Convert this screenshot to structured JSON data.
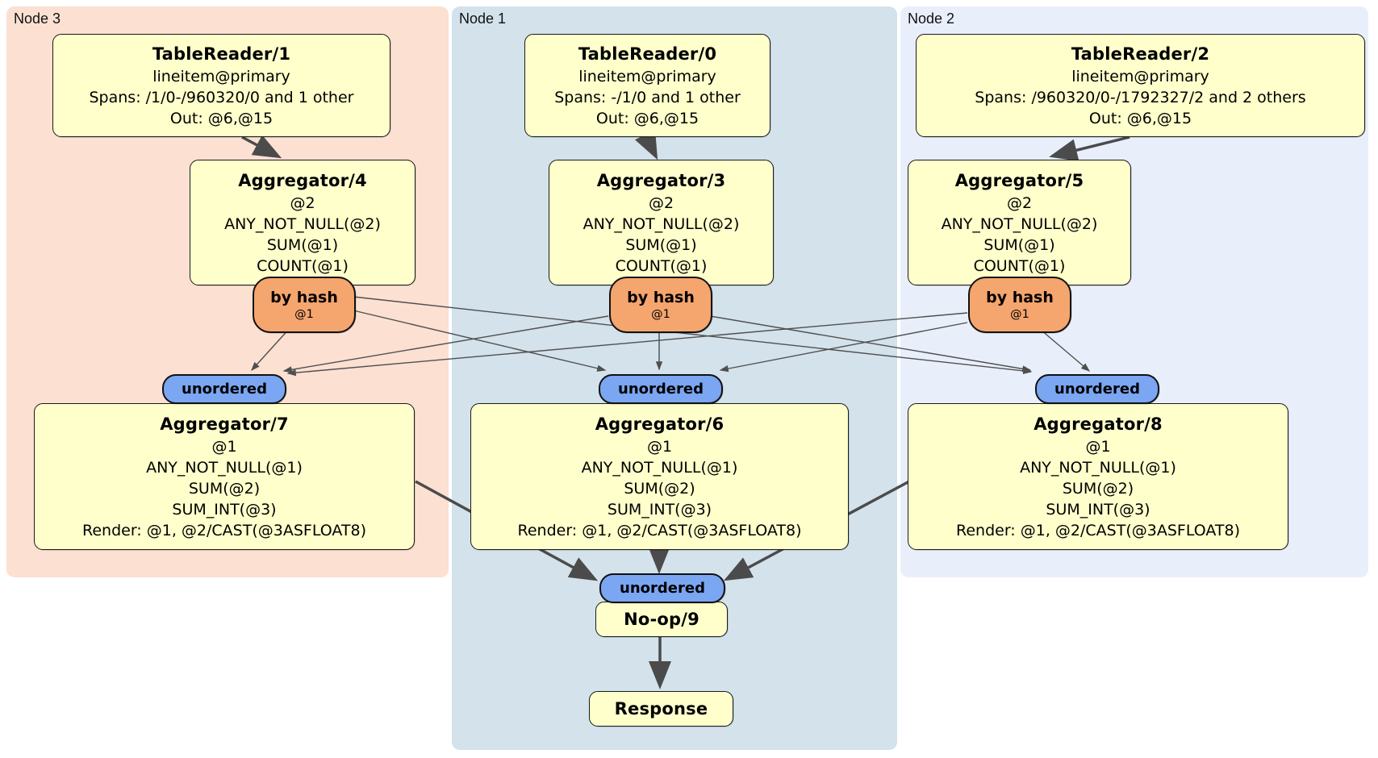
{
  "colors": {
    "node3_panel_bg": "#fce0d2",
    "node1_panel_bg": "#d3e2eb",
    "node2_panel_bg": "#e9effa",
    "processor_fill": "#ffffcc",
    "hash_router_fill": "#f5a56e",
    "sync_fill": "#7aa6f2",
    "edge_stroke": "#4b4b4b"
  },
  "panels": {
    "node3": {
      "label": "Node 3"
    },
    "node1": {
      "label": "Node 1"
    },
    "node2": {
      "label": "Node 2"
    }
  },
  "processors": {
    "tr1": {
      "title": "TableReader/1",
      "lines": [
        "lineitem@primary",
        "Spans: /1/0-/960320/0 and 1 other",
        "Out: @6,@15"
      ]
    },
    "tr0": {
      "title": "TableReader/0",
      "lines": [
        "lineitem@primary",
        "Spans: -/1/0 and 1 other",
        "Out: @6,@15"
      ]
    },
    "tr2": {
      "title": "TableReader/2",
      "lines": [
        "lineitem@primary",
        "Spans: /960320/0-/1792327/2 and 2 others",
        "Out: @6,@15"
      ]
    },
    "agg4": {
      "title": "Aggregator/4",
      "lines": [
        "@2",
        "ANY_NOT_NULL(@2)",
        "SUM(@1)",
        "COUNT(@1)"
      ]
    },
    "agg3": {
      "title": "Aggregator/3",
      "lines": [
        "@2",
        "ANY_NOT_NULL(@2)",
        "SUM(@1)",
        "COUNT(@1)"
      ]
    },
    "agg5": {
      "title": "Aggregator/5",
      "lines": [
        "@2",
        "ANY_NOT_NULL(@2)",
        "SUM(@1)",
        "COUNT(@1)"
      ]
    },
    "agg7": {
      "title": "Aggregator/7",
      "lines": [
        "@1",
        "ANY_NOT_NULL(@1)",
        "SUM(@2)",
        "SUM_INT(@3)",
        "Render: @1, @2/CAST(@3ASFLOAT8)"
      ]
    },
    "agg6": {
      "title": "Aggregator/6",
      "lines": [
        "@1",
        "ANY_NOT_NULL(@1)",
        "SUM(@2)",
        "SUM_INT(@3)",
        "Render: @1, @2/CAST(@3ASFLOAT8)"
      ]
    },
    "agg8": {
      "title": "Aggregator/8",
      "lines": [
        "@1",
        "ANY_NOT_NULL(@1)",
        "SUM(@2)",
        "SUM_INT(@3)",
        "Render: @1, @2/CAST(@3ASFLOAT8)"
      ]
    },
    "noop": {
      "title": "No-op/9"
    },
    "response": {
      "title": "Response"
    }
  },
  "routers": {
    "by_hash": {
      "label": "by hash",
      "detail": "@1"
    },
    "unordered": {
      "label": "unordered"
    }
  }
}
